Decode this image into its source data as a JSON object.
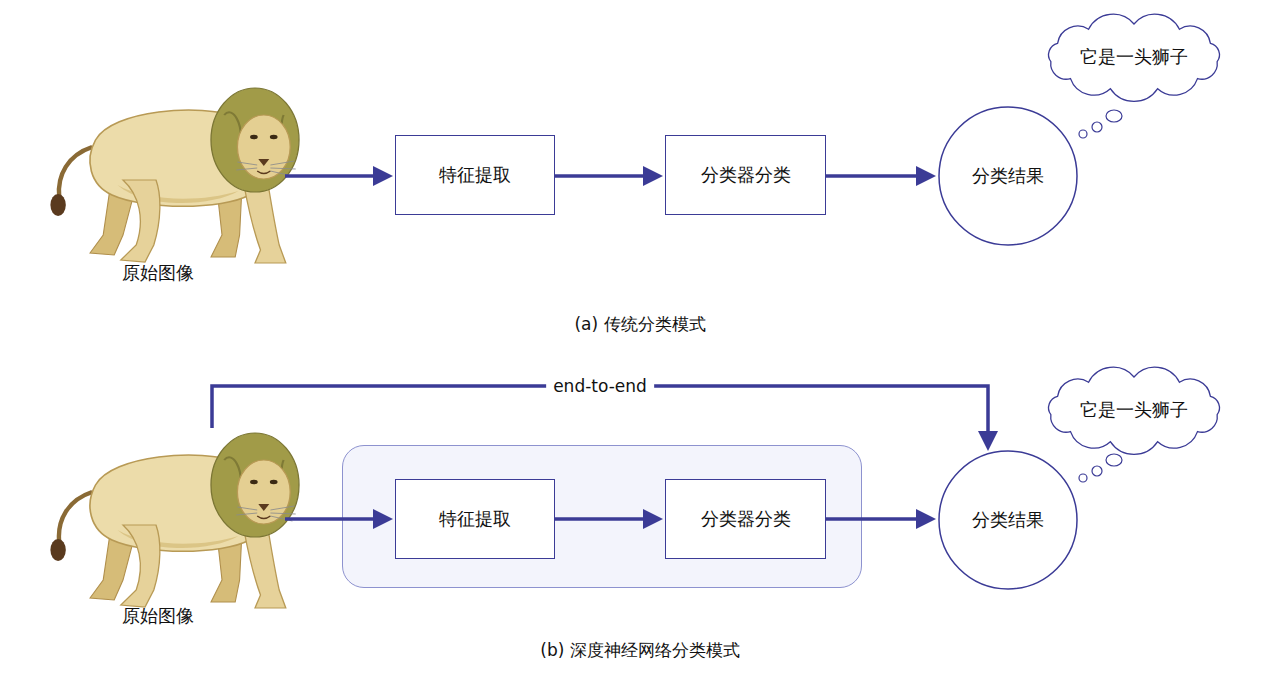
{
  "diagram": {
    "nodes": [
      {
        "text": [
          "原始图像"
        ]
      },
      {
        "text": [
          "特征提取"
        ]
      },
      {
        "text": [
          "分类器分类"
        ]
      },
      {
        "text": [
          "分类结果"
        ]
      },
      {
        "text": [
          "它是一头狮子"
        ]
      },
      {
        "text": [
          "原始图像"
        ]
      },
      {
        "text": []
      },
      {
        "text": [
          "特征提取"
        ],
        "in": 6
      },
      {
        "text": [
          "分类器分类"
        ],
        "in": 6
      },
      {
        "text": [
          "分类结果"
        ]
      },
      {
        "text": [
          "它是一头狮子"
        ]
      }
    ],
    "edges": [
      {
        "from": 0,
        "to": 1,
        "arrow": "to"
      },
      {
        "from": 1,
        "to": 2,
        "arrow": "to"
      },
      {
        "from": 2,
        "to": 3,
        "arrow": "to"
      },
      {
        "from": 5,
        "to": 7,
        "arrow": "to"
      },
      {
        "from": 7,
        "to": 8,
        "arrow": "to"
      },
      {
        "from": 8,
        "to": 9,
        "arrow": "to"
      },
      {
        "from": 5,
        "to": 9,
        "label": "end-to-end",
        "arrow": "to"
      }
    ],
    "labels": [
      "(a) 传统分类模式",
      "(b) 深度神经网络分类模式"
    ]
  }
}
